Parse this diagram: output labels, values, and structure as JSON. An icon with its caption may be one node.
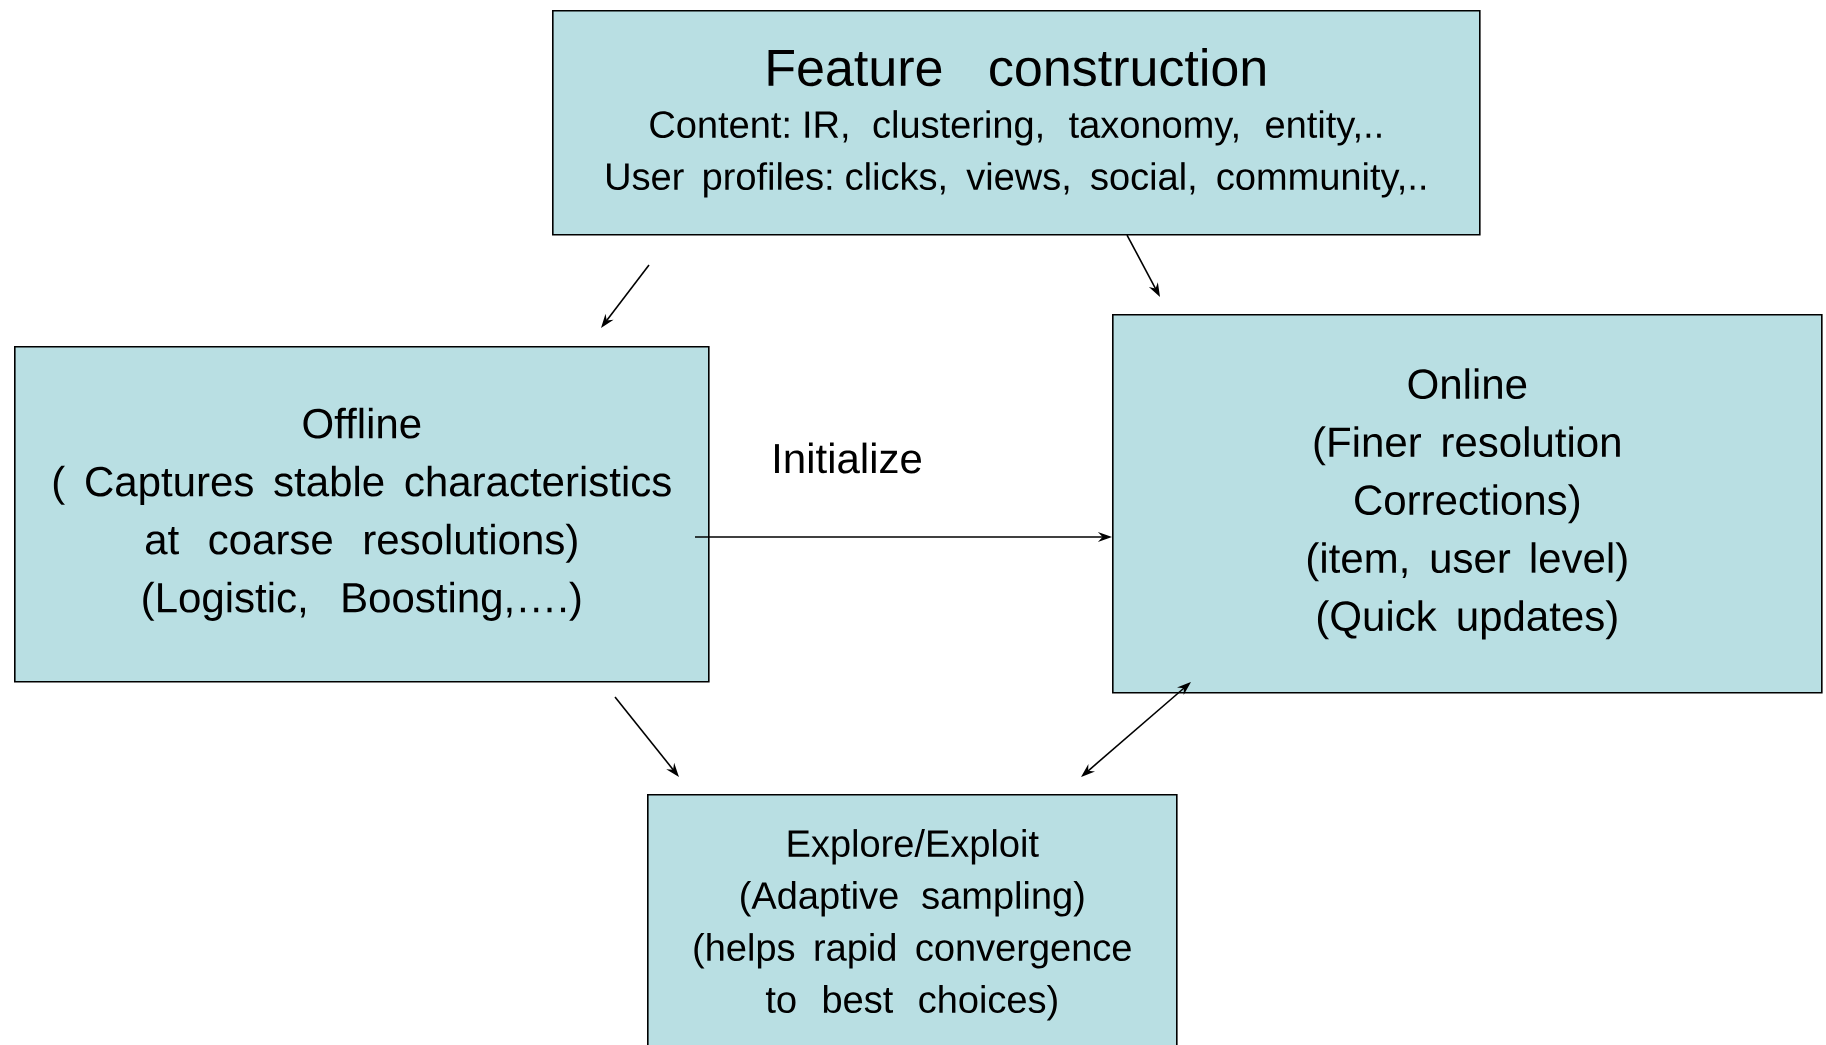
{
  "diagram": {
    "nodes": [
      {
        "text": [
          "Feature construction",
          "Content: IR, clustering, taxonomy, entity,..",
          "User profiles: clicks, views, social, community,.."
        ]
      },
      {
        "text": [
          "Offline",
          "( Captures stable characteristics at coarse resolutions)",
          "(Logistic, Boosting,….)"
        ]
      },
      {
        "text": [
          "Online",
          "(Finer resolution Corrections)",
          "(item, user level)",
          "(Quick updates)"
        ]
      },
      {
        "text": [
          "Explore/Exploit",
          "(Adaptive sampling)",
          "(helps rapid convergence to best choices)"
        ]
      }
    ],
    "edges": [
      {
        "from": 0,
        "to": 1,
        "arrow": "to"
      },
      {
        "from": 0,
        "to": 2,
        "arrow": "to"
      },
      {
        "from": 1,
        "to": 2,
        "arrow": "to",
        "label": "Initialize"
      },
      {
        "from": 1,
        "to": 3,
        "arrow": "to"
      },
      {
        "from": 2,
        "to": 3,
        "arrow": "both"
      }
    ]
  }
}
